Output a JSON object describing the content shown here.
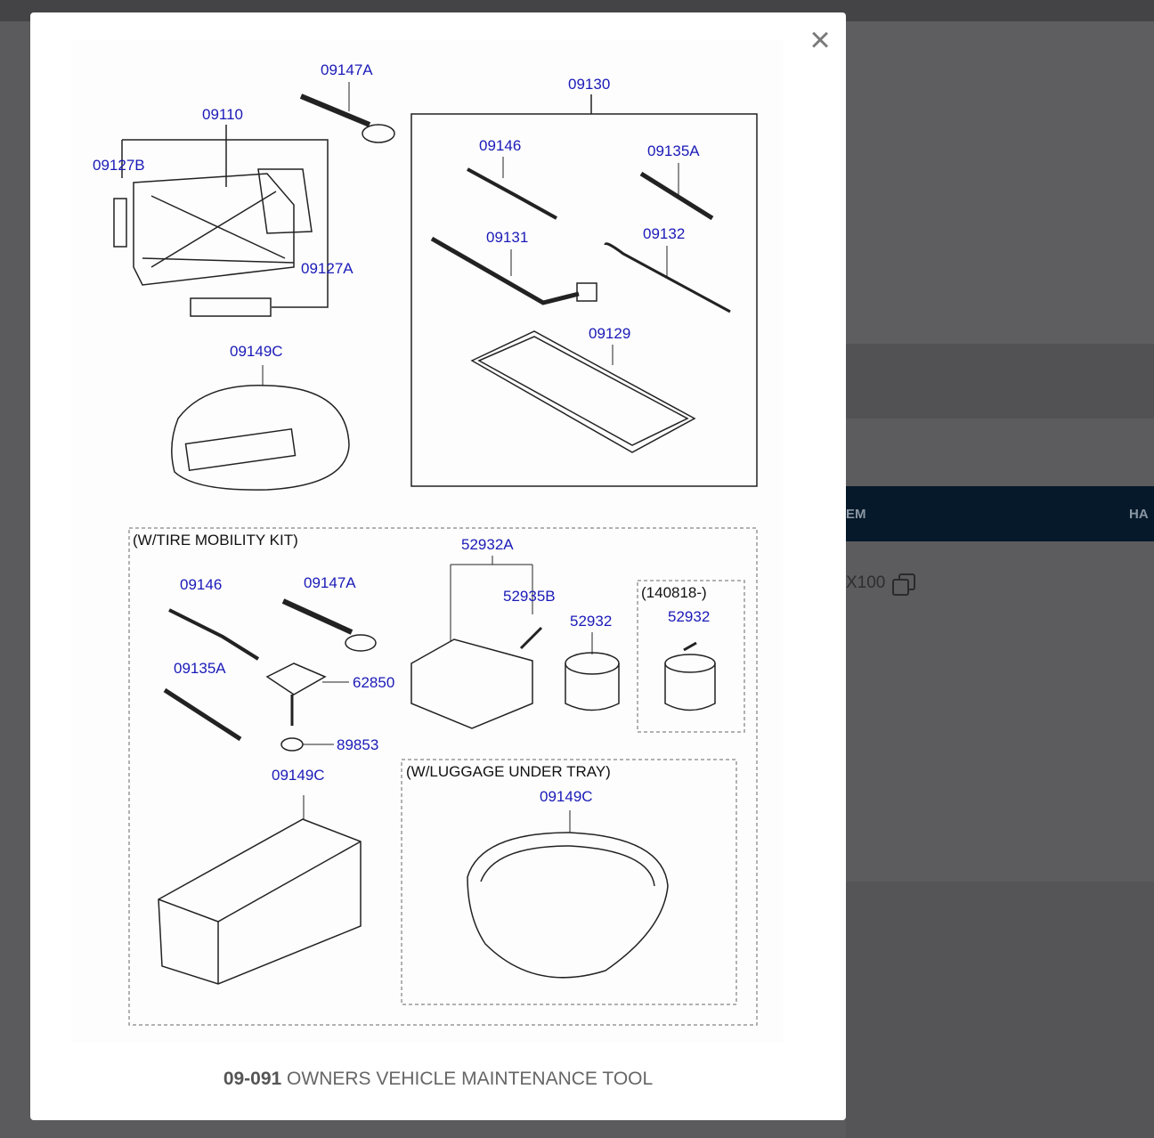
{
  "background": {
    "table_header": [
      "EM",
      "HA"
    ],
    "cell_value": "X100"
  },
  "modal": {
    "close_label": "×",
    "caption_code": "09-091",
    "caption_title": "OWNERS VEHICLE MAINTENANCE TOOL",
    "labels": [
      "09147A",
      "09110",
      "09130",
      "09127B",
      "09146",
      "09135A",
      "09131",
      "09132",
      "09127A",
      "09129",
      "09149C",
      "52932A",
      "09146",
      "09147A",
      "52935B",
      "52932",
      "52932",
      "09135A",
      "62850",
      "89853",
      "09149C",
      "09149C"
    ],
    "notes": [
      "(W/TIRE MOBILITY KIT)",
      "(140818-)",
      "(W/LUGGAGE UNDER TRAY)"
    ],
    "colors": {
      "label": "#1a1ab8",
      "header": "#06192a"
    }
  }
}
